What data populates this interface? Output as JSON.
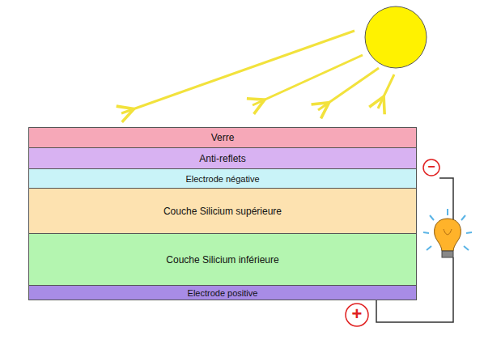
{
  "diagram": {
    "nodes": [
      {
        "text": [
          "Verre"
        ]
      },
      {
        "text": [
          "Anti-reflets"
        ]
      },
      {
        "text": [
          "Electrode négative"
        ]
      },
      {
        "text": [
          "Couche Silicium supérieure"
        ]
      },
      {
        "text": [
          "Couche Silicium inférieure"
        ]
      },
      {
        "text": [
          "Electrode positive"
        ]
      }
    ],
    "labels": [
      "−",
      "+"
    ]
  }
}
